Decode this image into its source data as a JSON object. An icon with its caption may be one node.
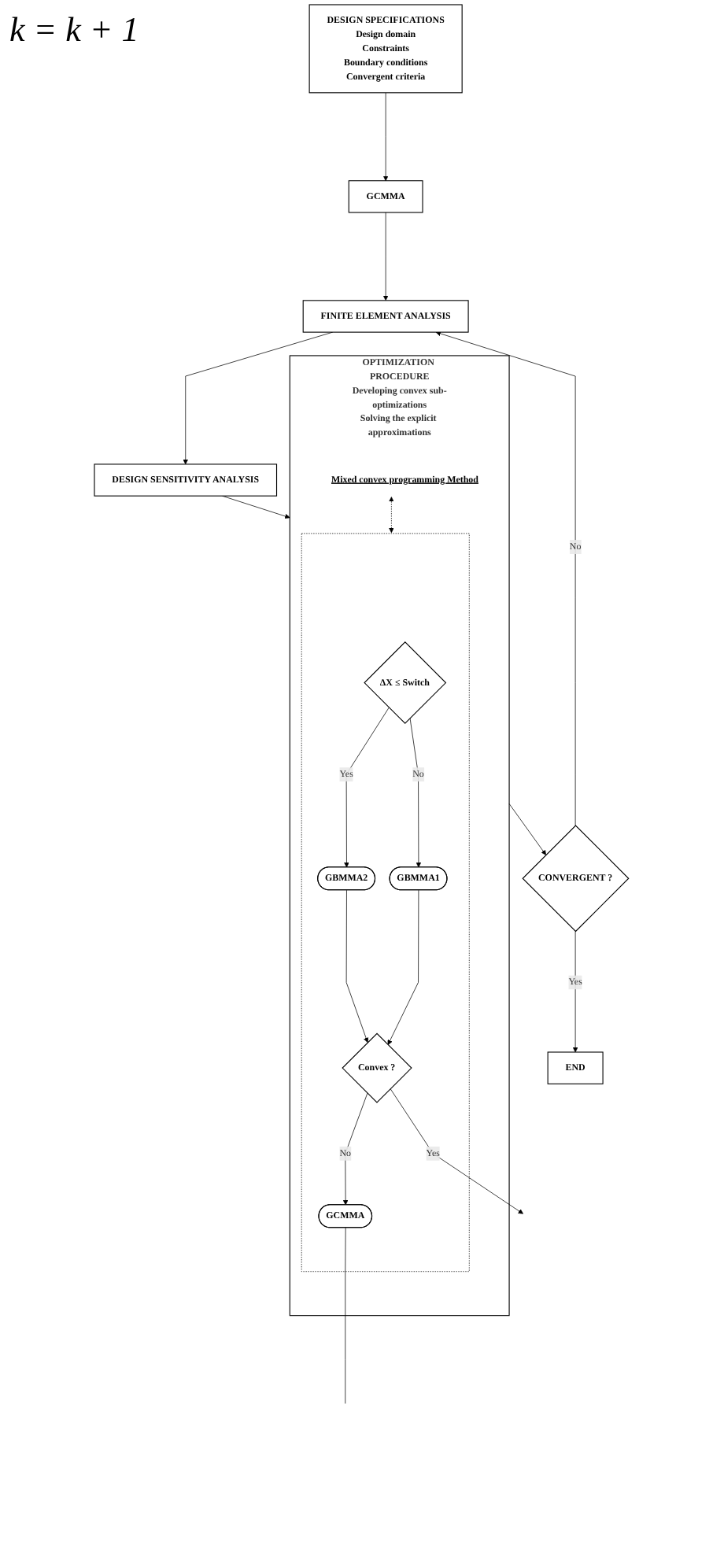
{
  "diagram": {
    "nodes": [
      {
        "text": [
          "DESIGN SPECIFICATIONS",
          "Design domain",
          "Constraints",
          "Boundary conditions",
          "Convergent criteria"
        ]
      },
      {
        "text": [
          "GCMMA"
        ]
      },
      {
        "text": [
          "FINITE ELEMENT ANALYSIS"
        ]
      },
      {
        "text": [
          "DESIGN SENSITIVITY ANALYSIS"
        ]
      },
      {
        "text": [
          "OPTIMIZATION PROCEDURE",
          "Developing convex sub-optimizations",
          "Solving the explicit approximations"
        ]
      },
      {
        "text": [
          "Mixed convex programming Method"
        ],
        "in": 4
      },
      {
        "text": [],
        "shape": "box",
        "in": 4
      },
      {
        "text": [
          "ΔX ≤ Switch"
        ],
        "in": 6
      },
      {
        "text": [
          "GBMMA2"
        ],
        "in": 6
      },
      {
        "text": [
          "GBMMA1"
        ],
        "in": 6
      },
      {
        "text": [
          "Convex ?"
        ],
        "in": 6
      },
      {
        "text": [
          "GCMMA"
        ],
        "in": 6
      },
      {
        "text": [
          "CONVERGENT ?"
        ]
      },
      {
        "text": [
          "END"
        ]
      }
    ],
    "edges": [
      {
        "from": 0,
        "to": 1,
        "arrow": "to"
      },
      {
        "from": 1,
        "to": 2,
        "arrow": "to"
      },
      {
        "from": 2,
        "to": 3,
        "arrow": "to"
      },
      {
        "from": 3,
        "to": 4,
        "arrow": "to"
      },
      {
        "from": 5,
        "to": 6,
        "arrow": "both",
        "style": "dashed"
      },
      {
        "from": 7,
        "to": 8,
        "label": "Yes",
        "arrow": "to"
      },
      {
        "from": 7,
        "to": 9,
        "label": "No",
        "arrow": "to"
      },
      {
        "from": 8,
        "to": 10,
        "arrow": "to"
      },
      {
        "from": 9,
        "to": 10,
        "arrow": "to"
      },
      {
        "from": 10,
        "to": 11,
        "label": "No",
        "arrow": "to"
      },
      {
        "from": 10,
        "to": null,
        "label": "Yes",
        "arrow": "to"
      },
      {
        "from": 11,
        "to": null,
        "arrow": "none"
      },
      {
        "from": 4,
        "to": 12,
        "arrow": "to"
      },
      {
        "from": 12,
        "to": 2,
        "label": "No",
        "arrow": "to"
      },
      {
        "from": 12,
        "to": 13,
        "label": "Yes",
        "arrow": "to"
      }
    ],
    "labels": [
      "k = k + 1"
    ]
  }
}
